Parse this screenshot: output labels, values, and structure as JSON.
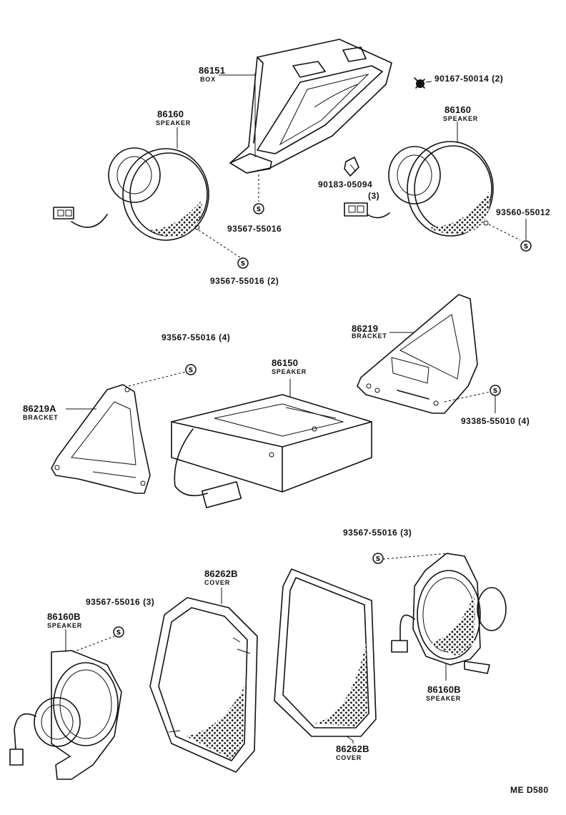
{
  "diagram_code": "ME  D580",
  "parts": {
    "box_86151": {
      "number": "86151",
      "name": "BOX"
    },
    "speaker_86160_left": {
      "number": "86160",
      "name": "SPEAKER"
    },
    "speaker_86160_right": {
      "number": "86160",
      "name": "SPEAKER"
    },
    "speaker_86150": {
      "number": "86150",
      "name": "SPEAKER"
    },
    "bracket_86219": {
      "number": "86219",
      "name": "BRACKET"
    },
    "bracket_86219A": {
      "number": "86219A",
      "name": "BRACKET"
    },
    "cover_86262B_top": {
      "number": "86262B",
      "name": "COVER"
    },
    "cover_86262B_bottom": {
      "number": "86262B",
      "name": "COVER"
    },
    "speaker_86160B_left": {
      "number": "86160B",
      "name": "SPEAKER"
    },
    "speaker_86160B_right": {
      "number": "86160B",
      "name": "SPEAKER"
    }
  },
  "fasteners": {
    "screw_90167": "90167-50014 (2)",
    "clip_90183": "90183-05094",
    "clip_90183_qty": "(3)",
    "screw_box": "93567-55016",
    "screw_speaker_left": "93567-55016 (2)",
    "screw_speaker_right": "93560-55012",
    "screw_bracket_A": "93567-55016 (4)",
    "screw_bracket": "93385-55010 (4)",
    "screw_cover_right": "93567-55016 (3)",
    "screw_cover_left": "93567-55016 (3)"
  },
  "screw_symbol": "S"
}
